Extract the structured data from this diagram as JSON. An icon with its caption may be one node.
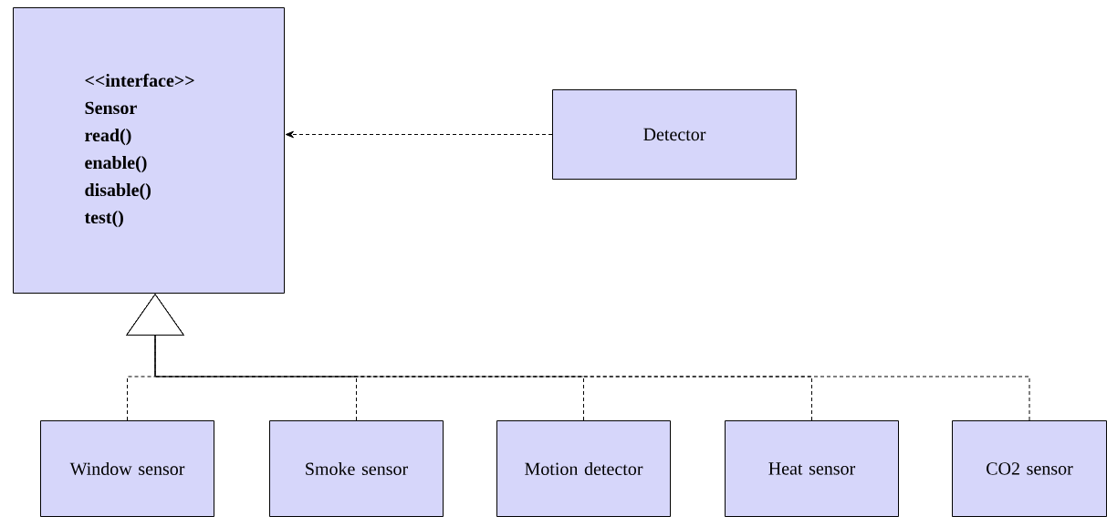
{
  "diagram": {
    "nodes": [
      {
        "text": [
          "<<interface>>",
          "Sensor",
          "read()",
          "enable()",
          "disable()",
          "test()"
        ]
      },
      {
        "text": [
          "Detector"
        ]
      },
      {
        "text": [
          "Window sensor"
        ]
      },
      {
        "text": [
          "Smoke sensor"
        ]
      },
      {
        "text": [
          "Motion detector"
        ]
      },
      {
        "text": [
          "Heat sensor"
        ]
      },
      {
        "text": [
          "CO2 sensor"
        ]
      }
    ],
    "edges": [
      {
        "from": 1,
        "to": 0,
        "arrow": "to",
        "style": "dashed"
      },
      {
        "from": 2,
        "to": 0,
        "arrow": "to",
        "style": "dashed"
      },
      {
        "from": 3,
        "to": 0,
        "arrow": "to",
        "style": "dashed"
      },
      {
        "from": 4,
        "to": 0,
        "arrow": "to",
        "style": "dashed"
      },
      {
        "from": 5,
        "to": 0,
        "arrow": "to",
        "style": "dashed"
      },
      {
        "from": 6,
        "to": 0,
        "arrow": "to",
        "style": "dashed"
      }
    ]
  }
}
